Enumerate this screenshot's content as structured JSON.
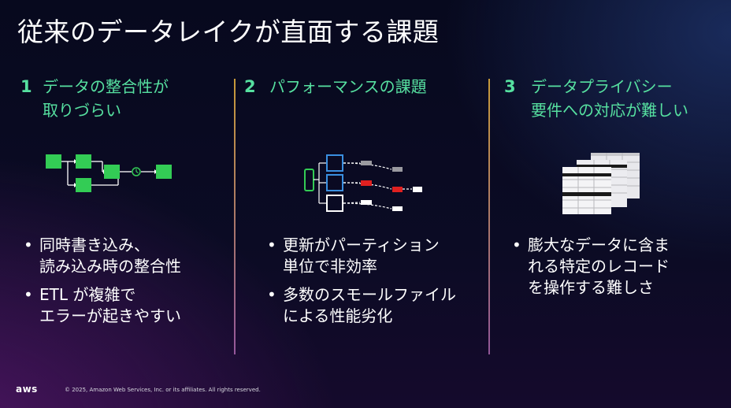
{
  "slide": {
    "title": "従来のデータレイクが直面する課題"
  },
  "columns": [
    {
      "number": "1",
      "title": "データの整合性が\n取りづらい",
      "icon": "workflow-diagram-icon",
      "bullets": [
        "同時書き込み、\n読み込み時の整合性",
        "ETL が複雑で\nエラーが起きやすい"
      ]
    },
    {
      "number": "2",
      "title": "パフォーマンスの課題",
      "icon": "partition-tree-icon",
      "bullets": [
        "更新がパーティション\n単位で非効率",
        "多数のスモールファイル\nによる性能劣化"
      ]
    },
    {
      "number": "3",
      "title": "データプライバシー\n要件への対応が難しい",
      "icon": "stacked-records-icon",
      "bullets": [
        "膨大なデータに含ま\nれる特定のレコード\nを操作する難しさ"
      ]
    }
  ],
  "colors": {
    "accent_green": "#56e0a0",
    "node_green": "#33cc55",
    "node_blue": "#3a8fe0",
    "node_red": "#e02020"
  },
  "footer": {
    "logo": "aws",
    "copyright": "© 2025, Amazon Web Services, Inc. or its affiliates. All rights reserved."
  }
}
